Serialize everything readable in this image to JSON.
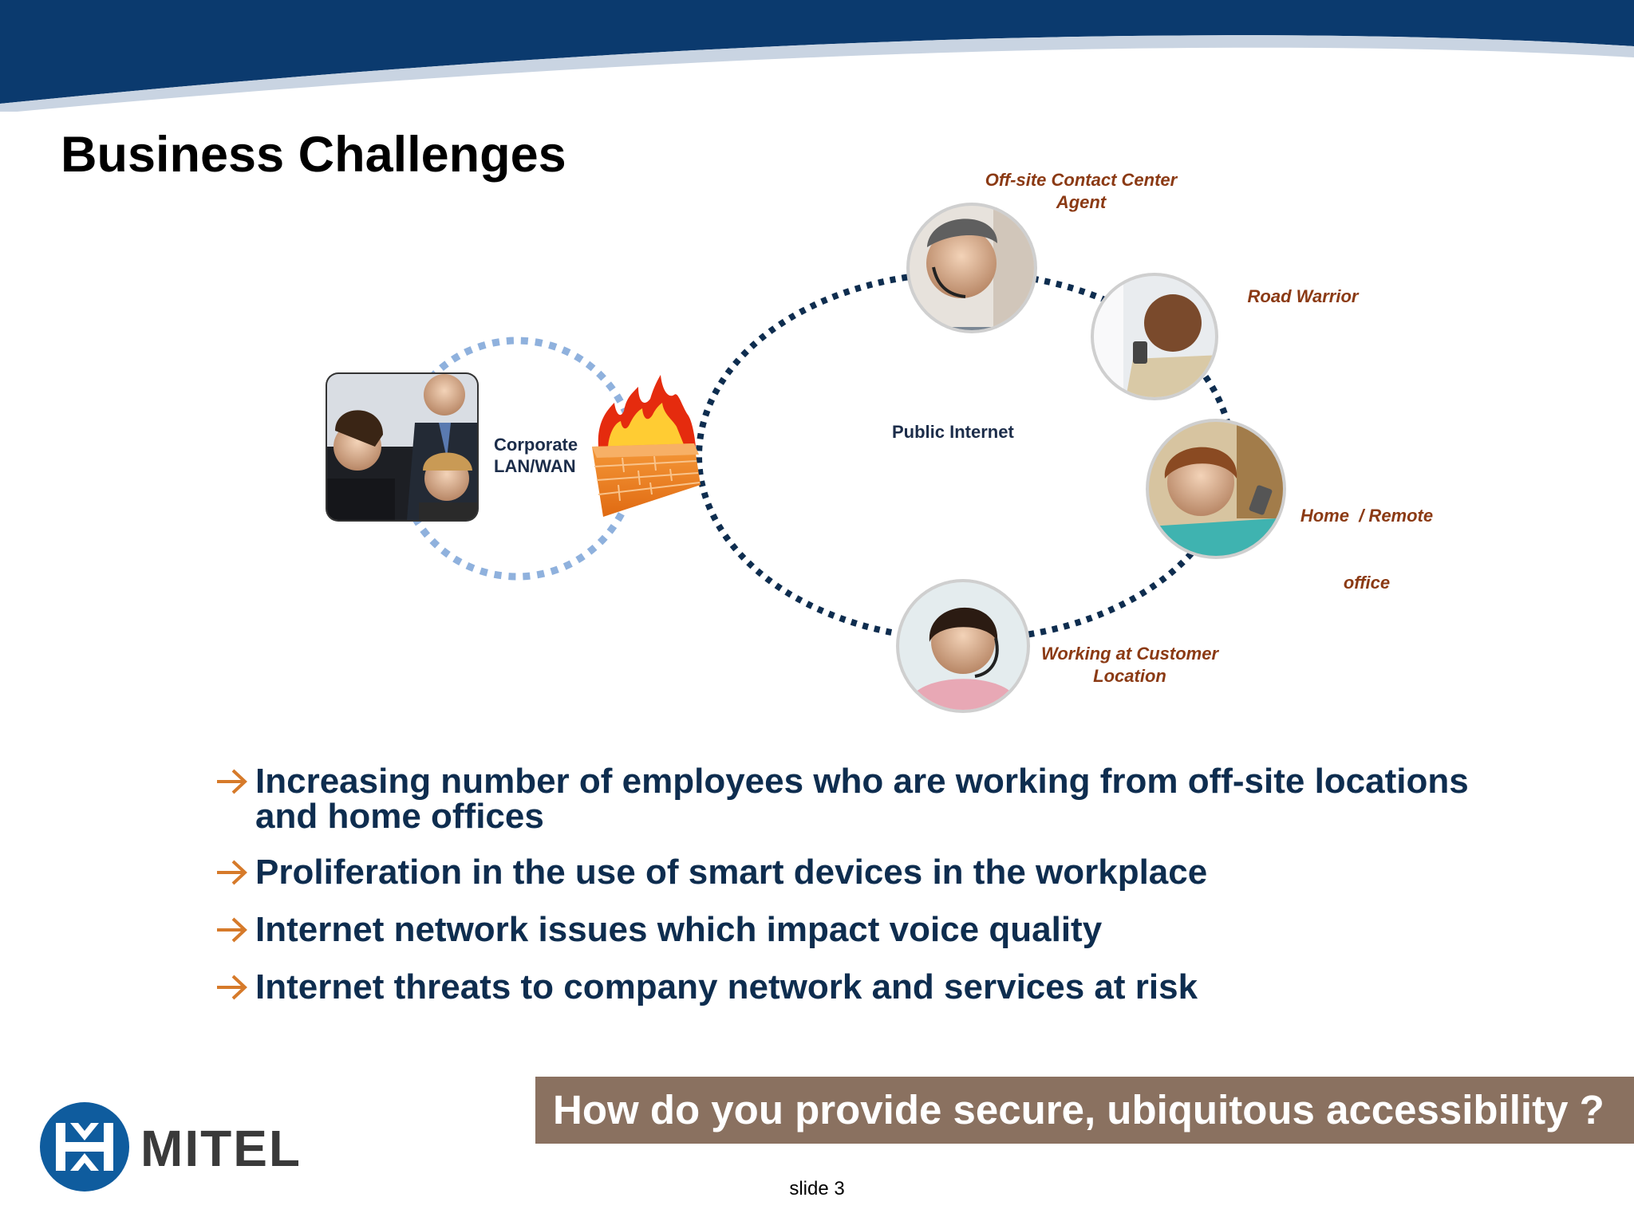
{
  "title": "Business Challenges",
  "diagram": {
    "corporate_label": [
      "Corporate",
      "LAN/WAN"
    ],
    "internet_label": "Public Internet",
    "nodes": [
      {
        "id": "offsite-agent",
        "label": [
          "Off-site Contact Center",
          "Agent"
        ],
        "icon": "headset-agent-photo-icon"
      },
      {
        "id": "road-warrior",
        "label": [
          "Road Warrior"
        ],
        "icon": "mobile-user-photo-icon"
      },
      {
        "id": "home-office",
        "label": [
          "Home  / Remote",
          "office"
        ],
        "icon": "home-worker-photo-icon"
      },
      {
        "id": "customer-location",
        "label": [
          "Working at Customer",
          "Location"
        ],
        "icon": "headset-woman-photo-icon"
      }
    ],
    "firewall_icon": "firewall-icon",
    "corporate_icon": "business-team-photo-icon"
  },
  "bullets": [
    [
      "Increasing number of employees who are working from off-site locations",
      "and home offices"
    ],
    [
      "Proliferation in the use of smart devices in the workplace"
    ],
    [
      "Internet network issues which impact voice quality"
    ],
    [
      "Internet threats to company network and services at risk"
    ]
  ],
  "question": "How do you provide secure, ubiquitous accessibility ?",
  "logo_text": "MITEL",
  "slide_number": "slide 3",
  "colors": {
    "header": "#0b3a6e",
    "label": "#8b3a14",
    "bullet_text": "#0e2d4f",
    "arrow": "#d67a2a",
    "question_bar": "#8a7160",
    "corporate_ring": "#8fb1dd",
    "internet_ring": "#0e2d4f"
  }
}
